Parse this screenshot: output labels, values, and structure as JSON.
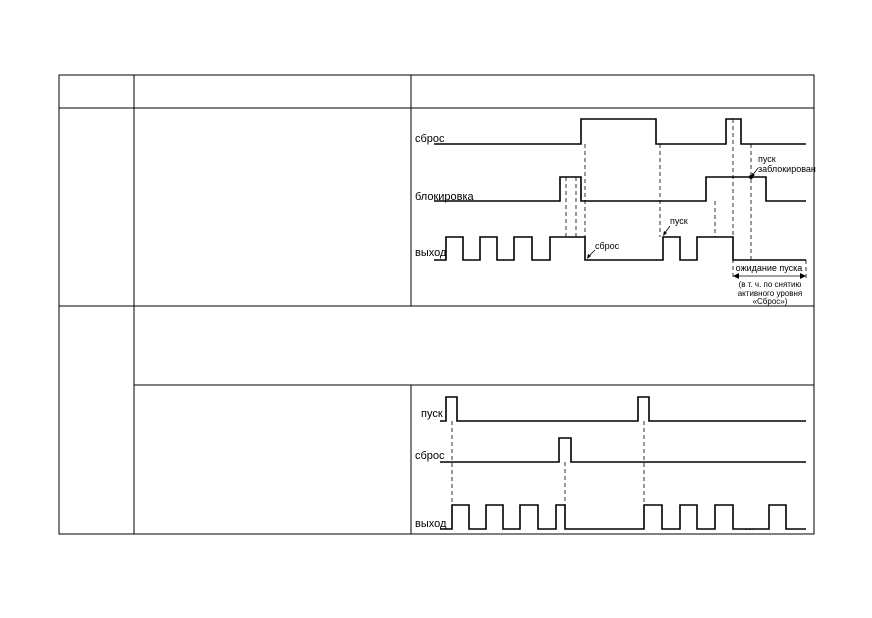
{
  "diagram_top": {
    "label_reset": "сброс",
    "label_block": "блокировка",
    "label_output": "выход",
    "annotation_start_blocked": [
      "пуск",
      "заблокирован"
    ],
    "annotation_start": "пуск",
    "annotation_reset": "сброс",
    "annotation_waiting": "ожидание пуска",
    "annotation_waiting_note": [
      "(в т. ч. по снятию",
      "активного уровня",
      "«Сброс»)"
    ]
  },
  "diagram_bottom": {
    "label_start": "пуск",
    "label_reset": "сброс",
    "label_output": "выход",
    "ellipsis": "…"
  }
}
